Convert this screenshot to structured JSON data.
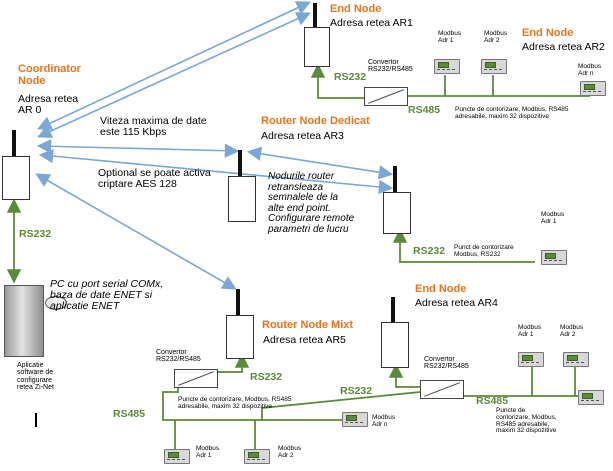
{
  "coordinator": {
    "title": "Coordinator\nNode",
    "address": "Adresa retea\nAR 0"
  },
  "end_node_1": {
    "title": "End Node",
    "address": "Adresa retea AR1"
  },
  "end_node_2": {
    "title": "End Node",
    "address": "Adresa retea AR2"
  },
  "router_dedicat": {
    "title": "Router Node Dedicat",
    "address": "Adresa retea AR3"
  },
  "router_mixt": {
    "title": "Router Node Mixt",
    "address": "Adresa retea AR5"
  },
  "end_node_4": {
    "title": "End Node",
    "address": "Adresa retea AR4"
  },
  "notes": {
    "speed": "Viteza maxima de date\neste 115 Kbps",
    "aes": "Optional se poate activa\ncriptare AES 128",
    "router_info": "Nodurile router\nretransleaza\nsemnalele de la\nalte end point.\nConfigurare remote\nparametri de lucru",
    "pc": "PC cu port serial COMx,\nbaza de date ENET si\naplicatie ENET",
    "app": "Aplicatie\nsoftware de\nconfigurare\nretea Zi-Net"
  },
  "interfaces": {
    "rs232": "RS232",
    "rs485": "RS485"
  },
  "convertor": "Convertor\nRS232/RS485",
  "modbus": {
    "adr1": "Modbus\nAdr 1",
    "adr2": "Modbus\nAdr 2",
    "adrn": "Modbus\nAdr n"
  },
  "points": {
    "multi": "Puncte de contorizare, Modbus, RS485\nadresabile, maxim 32 dispozitive",
    "multi_narrow": "Puncte de\ncontorizare, Modbus,\nRS485 adresabile,\nmaxim 32 dispozitive",
    "single": "Punct de contorizare\nModbus, RS232"
  },
  "colors": {
    "radio_link": "#7aa6d8",
    "wired_link": "#5a8a3a",
    "node_title": "#e8741a"
  }
}
